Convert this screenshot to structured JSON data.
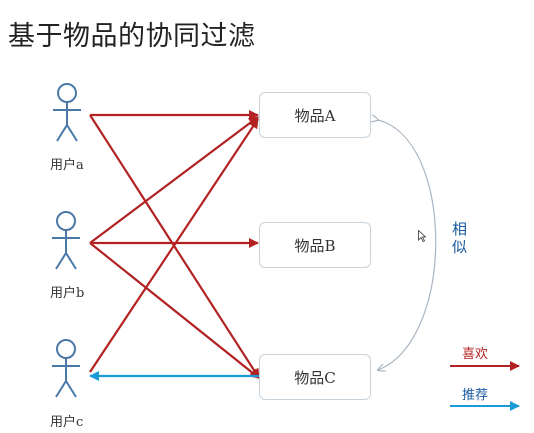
{
  "title": "基于物品的协同过滤",
  "users": [
    {
      "label": "用户a"
    },
    {
      "label": "用户b"
    },
    {
      "label": "用户c"
    }
  ],
  "items": [
    {
      "label": "物品A"
    },
    {
      "label": "物品B"
    },
    {
      "label": "物品C"
    }
  ],
  "similar_label": "相似",
  "legend": {
    "like": {
      "label": "喜欢",
      "color": "#b22222"
    },
    "recommend": {
      "label": "推荐",
      "color": "#1a9bd7"
    }
  },
  "colors": {
    "figure": "#4a79a8",
    "like_arrow": "#b22222",
    "recommend_arrow": "#1a9bd7",
    "similar_arc": "#a8b6c4"
  }
}
